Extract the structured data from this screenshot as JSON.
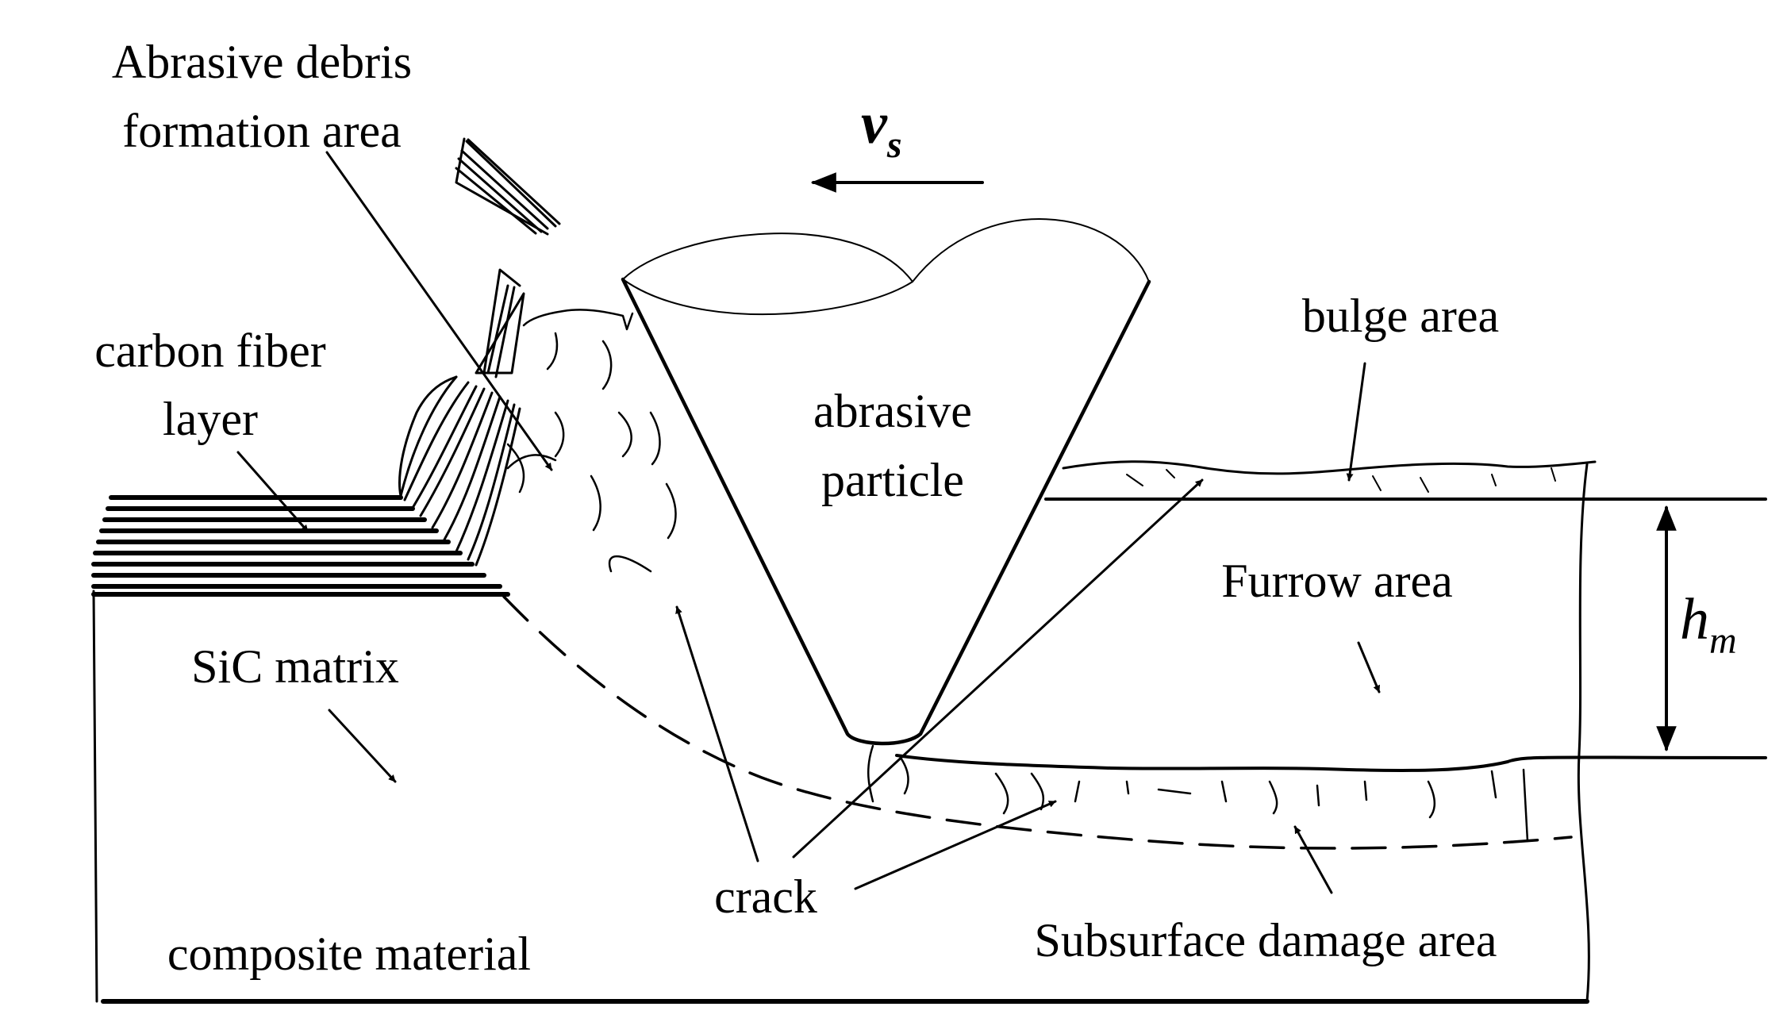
{
  "labels": {
    "debris_line1": "Abrasive debris",
    "debris_line2": "formation area",
    "velocity_main": "v",
    "velocity_sub": "s",
    "carbon_line1": "carbon fiber",
    "carbon_line2": "layer",
    "abrasive_line1": "abrasive",
    "abrasive_line2": "particle",
    "bulge": "bulge area",
    "furrow": "Furrow area",
    "depth_main": "h",
    "depth_sub": "m",
    "sic": "SiC matrix",
    "crack": "crack",
    "subsurface": "Subsurface damage area",
    "composite": "composite material"
  },
  "colors": {
    "ink": "#000000",
    "background": "#ffffff"
  }
}
